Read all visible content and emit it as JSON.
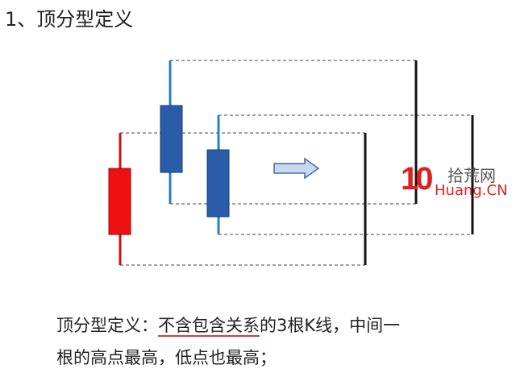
{
  "title": "1、顶分型定义",
  "definition": {
    "label": "顶分型定义：",
    "underlined": "不含包含关系",
    "rest1": "的3根K线，中间一",
    "line2": "根的高点最高，低点也最高；"
  },
  "logo": {
    "number": "10",
    "cn": "拾荒网",
    "en": "Huang.CN"
  },
  "colors": {
    "red": "#ee1111",
    "blue": "#2a5caa",
    "wick_blue": "#2a7fc0"
  }
}
